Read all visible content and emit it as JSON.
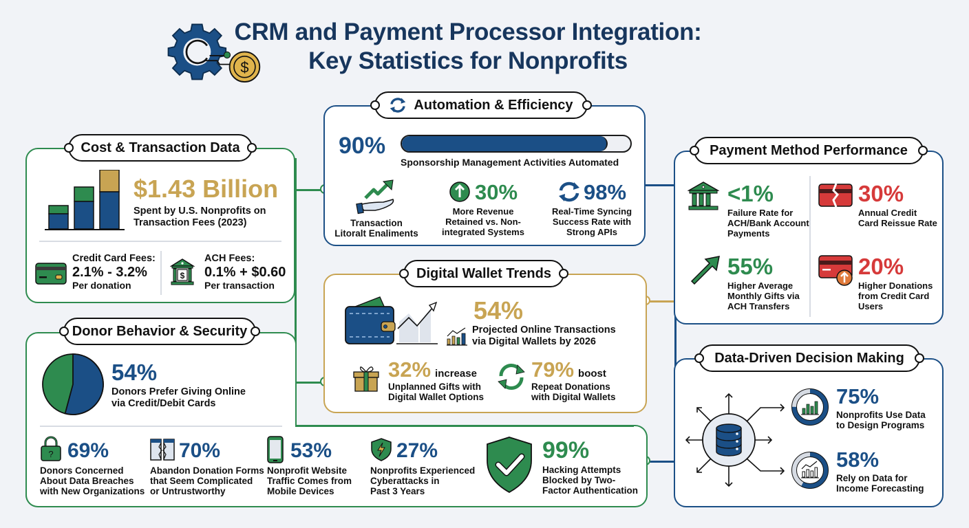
{
  "header": {
    "title_line1": "CRM and Payment Processor Integration:",
    "title_line2": "Key Statistics for Nonprofits",
    "logo_icon": "gear-dollar-coin-icon"
  },
  "colors": {
    "navy": "#1b4f86",
    "green": "#2e8b4f",
    "gold": "#c8a453",
    "red": "#d63a3a",
    "background": "#f1f3f7"
  },
  "cost": {
    "title": "Cost & Transaction Data",
    "headline_value": "$1.43 Billion",
    "headline_label_1": "Spent by U.S. Nonprofits on",
    "headline_label_2": "Transaction Fees (2023)",
    "credit_card": {
      "label": "Credit Card Fees:",
      "value": "2.1% - 3.2%",
      "unit": "Per donation",
      "icon": "credit-card-icon"
    },
    "ach": {
      "label": "ACH Fees:",
      "value": "0.1% + $0.60",
      "unit": "Per transaction",
      "icon": "bank-dollar-icon"
    }
  },
  "automation": {
    "title": "Automation & Efficiency",
    "progress_value": "90%",
    "progress_percent": 90,
    "progress_label": "Sponsorship Management Activities Automated",
    "items": [
      {
        "value": "",
        "label_1": "Transaction",
        "label_2": "Litoralt Enaliments",
        "icon": "hand-growth-arrow-icon"
      },
      {
        "value": "30%",
        "label_1": "More Revenue",
        "label_2": "Retained vs. Non-",
        "label_3": "integrated Systems",
        "icon": "up-arrow-circle-icon"
      },
      {
        "value": "98%",
        "label_1": "Real-Time Syncing",
        "label_2": "Success Rate with",
        "label_3": "Strong APIs",
        "icon": "sync-icon"
      }
    ]
  },
  "payment": {
    "title": "Payment Method Performance",
    "items": [
      {
        "value": "<1%",
        "label_1": "Failure Rate for",
        "label_2": "ACH/Bank Account",
        "label_3": "Payments",
        "icon": "bank-icon"
      },
      {
        "value": "30%",
        "label_1": "Annual Credit",
        "label_2": "Card Reissue Rate",
        "icon": "broken-card-icon"
      },
      {
        "value": "55%",
        "label_1": "Higher Average",
        "label_2": "Monthly Gifts via",
        "label_3": "ACH Transfers",
        "icon": "up-right-arrow-icon"
      },
      {
        "value": "20%",
        "label_1": "Higher Donations",
        "label_2": "from Credit Card",
        "label_3": "Users",
        "icon": "card-up-arrow-icon"
      }
    ]
  },
  "wallet": {
    "title": "Digital Wallet Trends",
    "headline_value": "54%",
    "headline_label_1": "Projected Online Transactions",
    "headline_label_2": "via Digital Wallets by 2026",
    "items": [
      {
        "value": "32%",
        "suffix": "increase",
        "label_1": "Unplanned Gifts with",
        "label_2": "Digital Wallet Options",
        "icon": "gift-icon"
      },
      {
        "value": "79%",
        "suffix": "boost",
        "label_1": "Repeat Donations",
        "label_2": "with Digital Wallets",
        "icon": "recycle-arrows-icon"
      }
    ]
  },
  "donor": {
    "title": "Donor Behavior & Security",
    "headline_value": "54%",
    "headline_label_1": "Donors Prefer Giving Online",
    "headline_label_2": "via Credit/Debit Cards",
    "pie_percent": 54,
    "items": [
      {
        "value": "69%",
        "label_1": "Donors Concerned",
        "label_2": "About Data Breaches",
        "label_3": "with New Organizations",
        "icon": "padlock-question-icon"
      },
      {
        "value": "70%",
        "label_1": "Abandon Donation Forms",
        "label_2": "that Seem Complicated",
        "label_3": "or Untrustworthy",
        "icon": "broken-form-icon"
      },
      {
        "value": "53%",
        "label_1": "Nonprofit Website",
        "label_2": "Traffic Comes from",
        "label_3": "Mobile Devices",
        "icon": "smartphone-icon"
      },
      {
        "value": "27%",
        "label_1": "Nonprofits Experienced",
        "label_2": "Cyberattacks in",
        "label_3": "Past 3 Years",
        "icon": "shield-lightning-icon"
      },
      {
        "value": "99%",
        "label_1": "Hacking Attempts",
        "label_2": "Blocked by Two-",
        "label_3": "Factor Authentication",
        "icon": "shield-check-icon"
      }
    ]
  },
  "data_driven": {
    "title": "Data-Driven Decision Making",
    "items": [
      {
        "value": "75%",
        "percent": 75,
        "label_1": "Nonprofits Use Data",
        "label_2": "to Design Programs",
        "icon": "donut-bar-chart-icon"
      },
      {
        "value": "58%",
        "percent": 58,
        "label_1": "Rely on Data for",
        "label_2": "Income Forecasting",
        "icon": "donut-trend-chart-icon"
      }
    ],
    "center_icon": "database-hub-icon"
  }
}
